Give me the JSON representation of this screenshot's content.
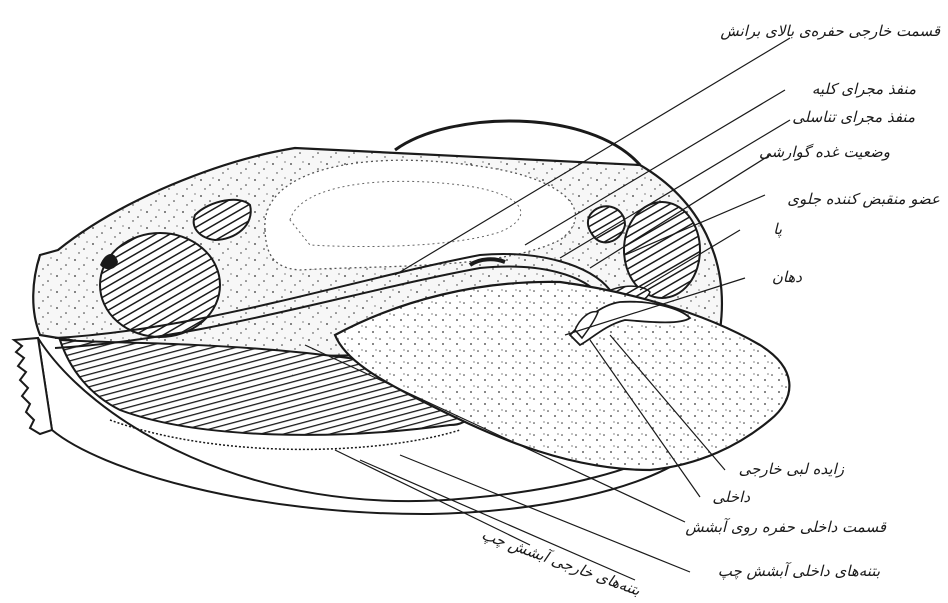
{
  "labels": {
    "outer_suprabranchial": "قسمت خارجی حفره‌ی بالای برانش",
    "kidney_duct": "منفذ مجرای کلیه",
    "genital_duct": "منفذ مجرای تناسلی",
    "digestive_gland": "وضعیت غده گوارشی",
    "adductor": "عضو منقبض کننده جلوی",
    "foot": "پا",
    "mouth": "دهان",
    "outer_palp": "زایده لبی خارجی",
    "inner_palp": "داخلی",
    "inner_cavity": "قسمت داخلی حفره روی آبشش",
    "inner_gill_leaf": "بتنه‌های داخلی آبشش چپ",
    "outer_gill_leaf": "بتنه‌های خارجی آبشش چپ"
  },
  "colors": {
    "ink": "#1a1a1a",
    "paper": "#ffffff"
  }
}
